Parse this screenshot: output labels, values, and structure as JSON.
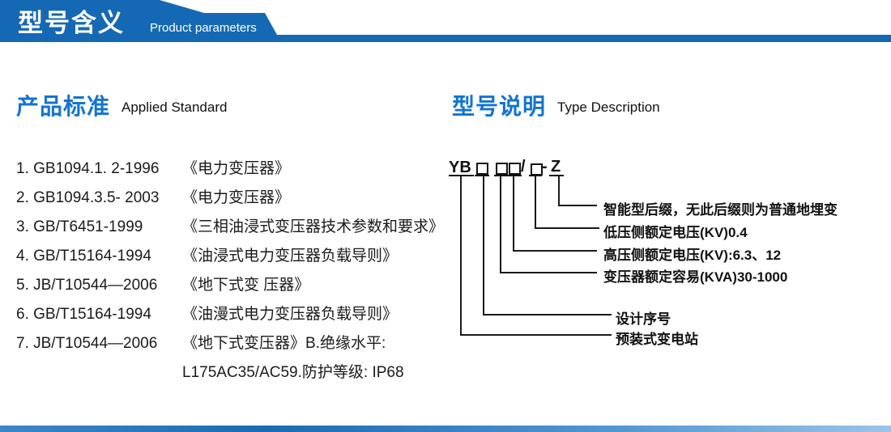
{
  "header": {
    "title": "型号含义",
    "subtitle": "Product parameters"
  },
  "left": {
    "title": "产品标准",
    "subtitle": "Applied Standard",
    "items": [
      {
        "code": "1. GB1094.1. 2-1996",
        "title": "《电力变压器》"
      },
      {
        "code": "2. GB1094.3.5- 2003",
        "title": "《电力变压器》"
      },
      {
        "code": "3. GB/T6451-1999",
        "title": "《三相油浸式变压器技术参数和要求》"
      },
      {
        "code": "4. GB/T15164-1994",
        "title": "《油浸式电力变压器负载导则》"
      },
      {
        "code": "5. JB/T10544—2006",
        "title": "《地下式变 压器》"
      },
      {
        "code": "6. GB/T15164-1994",
        "title": "《油漫式电力变压器负载导则》"
      },
      {
        "code": "7. JB/T10544—2006",
        "title": "《地下式变压器》B.绝缘水平:"
      },
      {
        "code": "",
        "title": "L175AC35/AC59.防护等级: IP68"
      }
    ]
  },
  "right": {
    "title": "型号说明",
    "subtitle": "Type Description",
    "model": {
      "prefix": "YB",
      "slash": "/",
      "dash": "-",
      "suffix": "Z"
    },
    "callouts": [
      {
        "label": "智能型后缀，无此后缀则为普通地埋变"
      },
      {
        "label": "低压侧额定电压(KV)0.4"
      },
      {
        "label": "高压侧额定电压(KV):6.3、12"
      },
      {
        "label": "变压器额定容易(KVA)30-1000"
      },
      {
        "label": "设计序号"
      },
      {
        "label": "预装式变电站"
      }
    ]
  },
  "colors": {
    "banner_blue": "#1569b4",
    "title_blue": "#1274d2",
    "text_black": "#1a1a1a"
  }
}
